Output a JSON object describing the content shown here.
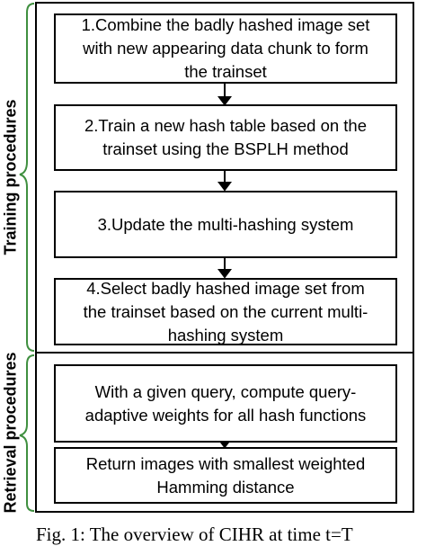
{
  "sections": [
    {
      "label": "Training procedures",
      "steps": [
        "1.Combine the badly hashed image set with new appearing data chunk to form the trainset",
        "2.Train a new hash table based on the trainset using the BSPLH method",
        "3.Update the multi-hashing system",
        "4.Select badly hashed image set from the trainset based on the current multi-hashing system"
      ]
    },
    {
      "label": "Retrieval procedures",
      "steps": [
        "With a given query, compute query-adaptive weights for all hash functions",
        "Return images with smallest weighted Hamming distance"
      ]
    }
  ],
  "caption": "Fig. 1: The overview of CIHR at time t=T"
}
